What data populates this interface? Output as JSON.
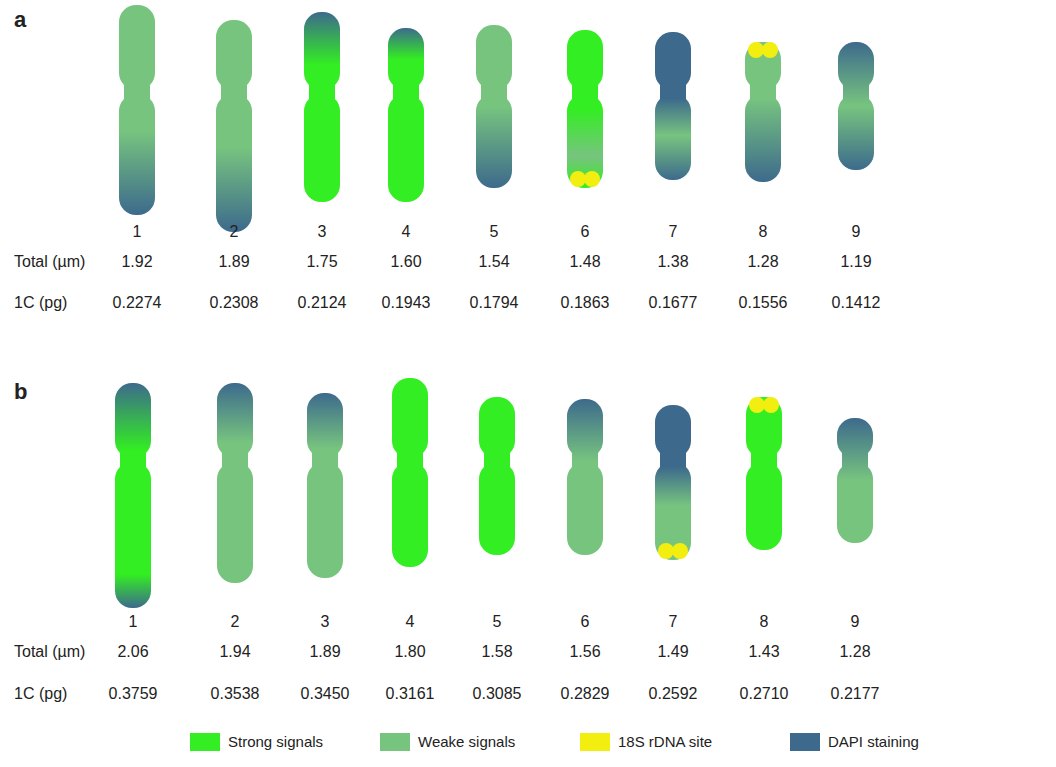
{
  "diagram": {
    "labels": [
      "a",
      "1",
      "2",
      "3",
      "4",
      "5",
      "6",
      "7",
      "8",
      "9",
      "Total (µm)",
      "1.92",
      "1.89",
      "1.75",
      "1.60",
      "1.54",
      "1.48",
      "1.38",
      "1.28",
      "1.19",
      "1C (pg)",
      "0.2274",
      "0.2308",
      "0.2124",
      "0.1943",
      "0.1794",
      "0.1863",
      "0.1677",
      "0.1556",
      "0.1412",
      "b",
      "1",
      "2",
      "3",
      "4",
      "5",
      "6",
      "7",
      "8",
      "9",
      "Total (µm)",
      "2.06",
      "1.94",
      "1.89",
      "1.80",
      "1.58",
      "1.56",
      "1.49",
      "1.43",
      "1.28",
      "1C (pg)",
      "0.3759",
      "0.3538",
      "0.3450",
      "0.3161",
      "0.3085",
      "0.2829",
      "0.2592",
      "0.2710",
      "0.2177"
    ],
    "legend": [
      {
        "text": "Strong signals",
        "color": "#33ee22"
      },
      {
        "text": "Weake signals",
        "color": "#77c47f"
      },
      {
        "text": "18S rDNA site",
        "color": "#f2ee10"
      },
      {
        "text": "DAPI staining",
        "color": "#3d6a8c"
      }
    ]
  }
}
